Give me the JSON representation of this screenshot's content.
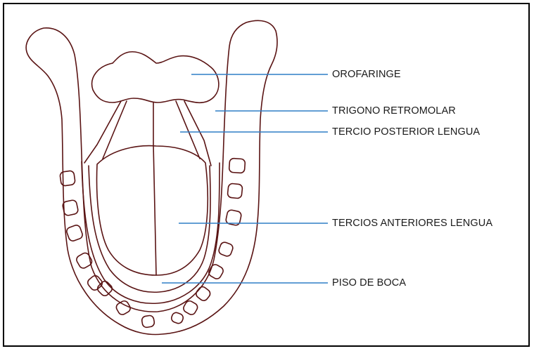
{
  "diagram": {
    "labels": [
      {
        "id": "orofaringe",
        "text": "OROFARINGE"
      },
      {
        "id": "trigono",
        "text": "TRIGONO RETROMOLAR"
      },
      {
        "id": "tercio-posterior",
        "text": "TERCIO POSTERIOR LENGUA"
      },
      {
        "id": "tercios-anteriores",
        "text": "TERCIOS ANTERIORES LENGUA"
      },
      {
        "id": "piso-boca",
        "text": "PISO DE BOCA"
      }
    ],
    "colors": {
      "outline": "#5a1414",
      "leader": "#2f7fc6",
      "text": "#1a1a1a"
    }
  }
}
